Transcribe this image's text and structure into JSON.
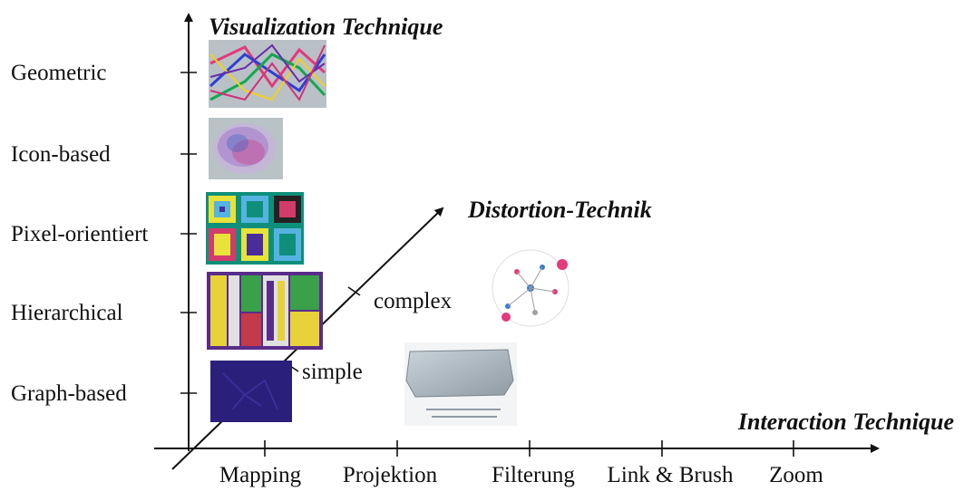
{
  "y_axis": {
    "title": "Visualization Technique",
    "categories": [
      "Geometric",
      "Icon-based",
      "Pixel-orientiert",
      "Hierarchical",
      "Graph-based"
    ]
  },
  "x_axis": {
    "title": "Interaction Technique",
    "categories": [
      "Mapping",
      "Projektion",
      "Filterung",
      "Link & Brush",
      "Zoom"
    ]
  },
  "z_axis": {
    "title": "Distortion-Technik",
    "marks": [
      "simple",
      "complex"
    ]
  },
  "thumbnails": [
    {
      "name": "geometric-parallel-coordinates-thumbnail",
      "colors": [
        "#b9c1c6",
        "#e23a7a",
        "#2c3fd6",
        "#13a84e",
        "#f0d21c",
        "#6a2bb0"
      ]
    },
    {
      "name": "icon-based-stick-figure-thumbnail",
      "colors": [
        "#b9c3c7",
        "#6a2bb0",
        "#d0307a",
        "#2c60c0"
      ]
    },
    {
      "name": "pixel-oriented-thumbnail",
      "colors": [
        "#0f8f7a",
        "#e8e23a",
        "#d23c6a",
        "#4a2c9a",
        "#55b3e0"
      ]
    },
    {
      "name": "hierarchical-treemap-thumbnail",
      "colors": [
        "#5a2c8a",
        "#e8d23a",
        "#3aa04a",
        "#c43a4a",
        "#e0e0e0"
      ]
    },
    {
      "name": "graph-based-thumbnail",
      "colors": [
        "#2a1f7a",
        "#3a2f9a"
      ]
    },
    {
      "name": "distortion-graph-thumbnail",
      "colors": [
        "#e23a7a",
        "#3a7ad0",
        "#a0a0a0"
      ]
    },
    {
      "name": "distortion-3d-wall-thumbnail",
      "colors": [
        "#c9d3da",
        "#8f9aa3",
        "#f2f4f6"
      ]
    }
  ]
}
